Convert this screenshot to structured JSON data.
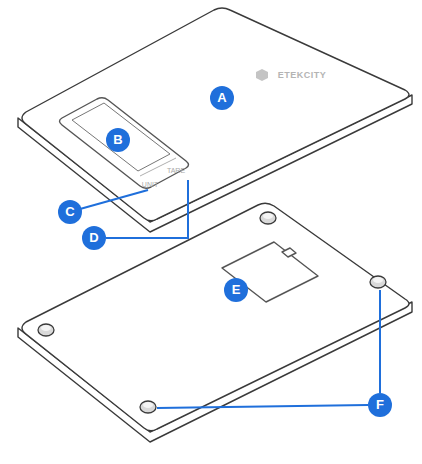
{
  "diagram": {
    "labels": [
      "ETEKCITY",
      "UNIT",
      "TARE",
      "A",
      "B",
      "C",
      "D",
      "E",
      "F"
    ]
  }
}
